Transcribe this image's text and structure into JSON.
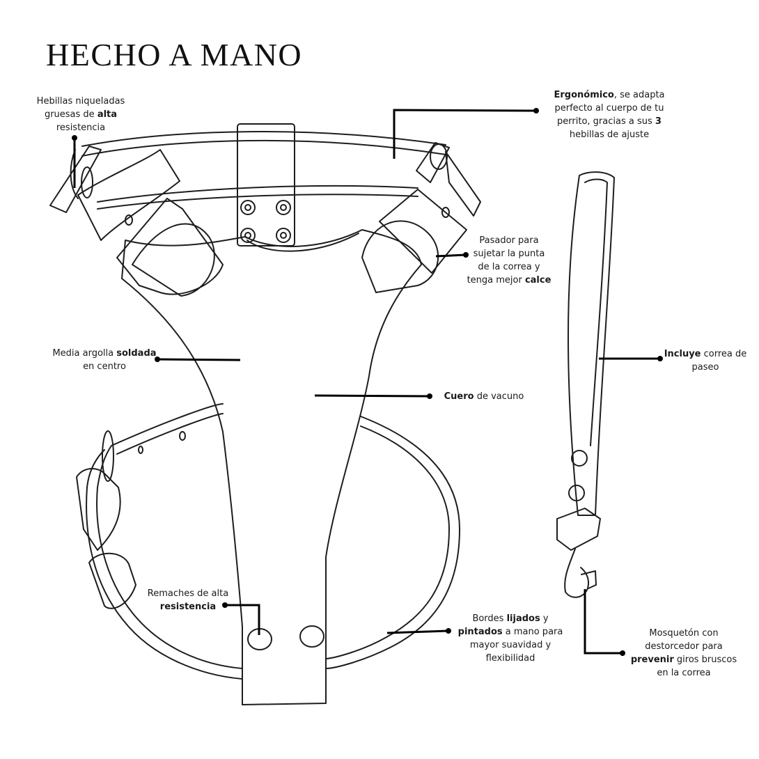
{
  "title": "HECHO A MANO",
  "callouts": {
    "buckles": {
      "l1": "Hebillas niqueladas",
      "l2a": "gruesas de ",
      "l2b": "alta",
      "l3": "resistencia"
    },
    "ergonomic": {
      "l1b": "Ergonómico",
      "l1a": ", se adapta",
      "l2": "perfecto al cuerpo de tu",
      "l3a": "perrito, gracias a sus ",
      "l3b": "3",
      "l4": "hebillas de ajuste"
    },
    "pasador": {
      "l1": "Pasador para",
      "l2": "sujetar la punta",
      "l3": "de la correa y",
      "l4a": "tenga mejor ",
      "l4b": "calce"
    },
    "argolla": {
      "l1a": "Media argolla ",
      "l1b": "soldada",
      "l2": "en centro"
    },
    "cuero": {
      "l1b": "Cuero",
      "l1a": " de vacuno"
    },
    "correa": {
      "l1b": "Incluye",
      "l1a": " correa de",
      "l2": "paseo"
    },
    "remaches": {
      "l1": "Remaches de alta",
      "l2b": "resistencia"
    },
    "bordes": {
      "l1a": "Bordes ",
      "l1b": "lijados",
      "l1c": " y",
      "l2b": "pintados",
      "l2a": " a mano para",
      "l3": "mayor suavidad y",
      "l4": "flexibilidad"
    },
    "mosqueton": {
      "l1": "Mosquetón con",
      "l2": "destorcedor para",
      "l3b": "prevenir",
      "l3a": " giros bruscos",
      "l4": "en la correa"
    }
  }
}
